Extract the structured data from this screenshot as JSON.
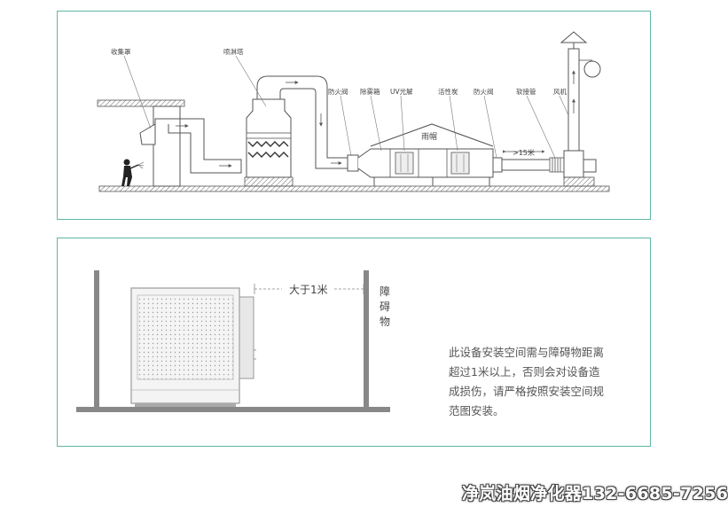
{
  "top_diagram": {
    "labels": {
      "collection_hood": "收集罩",
      "spray_tower": "喷淋塔",
      "fire_damper_1": "防火阀",
      "mist_remover": "除雾箱",
      "uv_photolysis": "UV光解",
      "activated_carbon": "活性炭",
      "fire_damper_2": "防火阀",
      "soft_connector": "软接管",
      "fan": "风机",
      "rain_cover": "雨帽",
      "distance": ">15米"
    }
  },
  "bottom_diagram": {
    "distance_label": "大于1米",
    "obstacle_label": [
      "障",
      "碍",
      "物"
    ],
    "note_lines": [
      "此设备安装空间需与障碍物距离",
      "超过1米以上，否则会对设备造",
      "成损伤，请严格按照安装空间规",
      "范图安装。"
    ]
  },
  "watermark": "净岚油烟净化器132-6685-7256",
  "colors": {
    "frame": "#5fb7a5",
    "line": "#555555"
  }
}
